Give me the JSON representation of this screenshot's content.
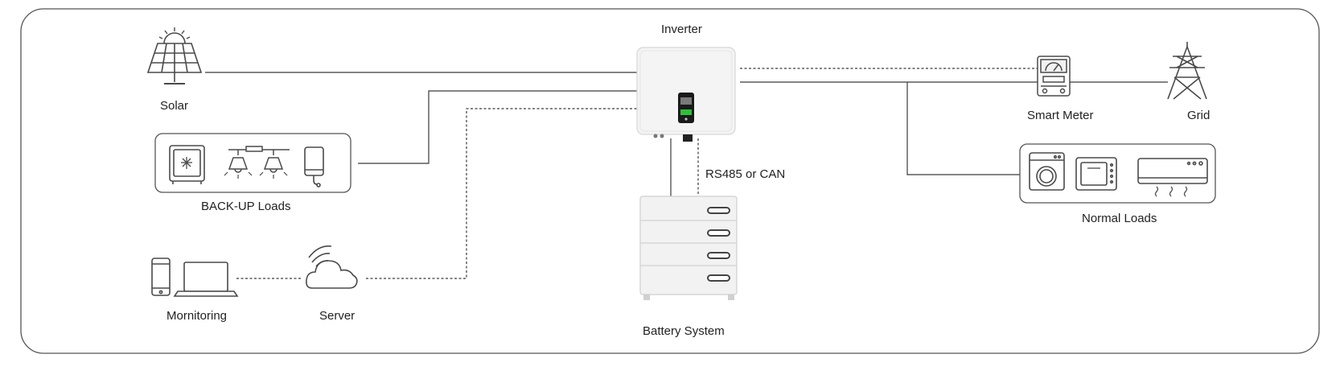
{
  "diagram": {
    "inverter_label": "Inverter",
    "solar_label": "Solar",
    "backup_loads_label": "BACK-UP Loads",
    "monitoring_label": "Mornitoring",
    "server_label": "Server",
    "battery_label": "Battery System",
    "rs485_label": "RS485 or CAN",
    "smart_meter_label": "Smart Meter",
    "grid_label": "Grid",
    "normal_loads_label": "Normal Loads"
  },
  "colors": {
    "line": "#3a3a3a",
    "border": "#555555",
    "device_fill": "#f2f2f2",
    "device_stroke": "#cfcfcf",
    "icon": "#4a4a4a",
    "screen": "#1a1a1a",
    "screen_green": "#2fbf3a"
  },
  "icons": [
    "solar-panel-icon",
    "fridge-icon",
    "lamp-icon",
    "phone-icon",
    "laptop-icon",
    "cloud-wifi-icon",
    "smart-meter-icon",
    "pylon-icon",
    "washer-icon",
    "microwave-icon",
    "air-conditioner-icon"
  ]
}
